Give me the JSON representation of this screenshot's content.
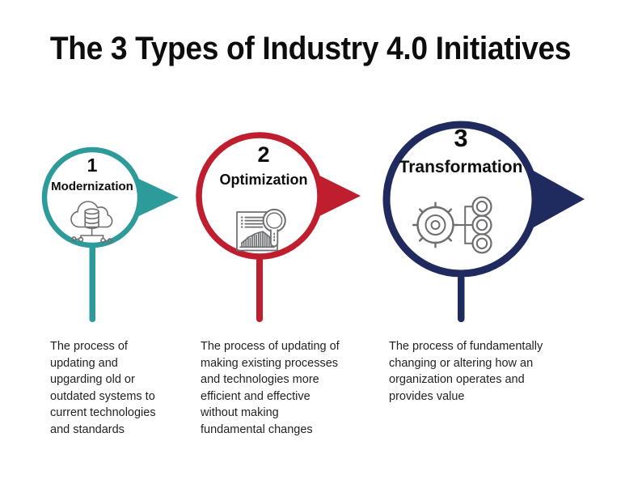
{
  "title": "The 3 Types of Industry 4.0 Initiatives",
  "colors": {
    "teal": "#2E9B9B",
    "red": "#BE1E2D",
    "navy": "#1F2A5E",
    "icon_gray": "#6D6E71",
    "text": "#231f20",
    "background": "#ffffff"
  },
  "steps": [
    {
      "number": "1",
      "name": "Modernization",
      "color": "#2E9B9B",
      "icon": "cloud-database-icon",
      "description": "The process of updating and upgarding old or outdated systems to current technologies and standards"
    },
    {
      "number": "2",
      "name": "Optimization",
      "color": "#BE1E2D",
      "icon": "chart-magnifier-icon",
      "description": "The process of updating of making existing processes and technologies more efficient and effective without making fundamental changes"
    },
    {
      "number": "3",
      "name": "Transformation",
      "color": "#1F2A5E",
      "icon": "gear-network-icon",
      "description": "The process of fundamentally changing or altering how an organization operates and provides value"
    }
  ]
}
